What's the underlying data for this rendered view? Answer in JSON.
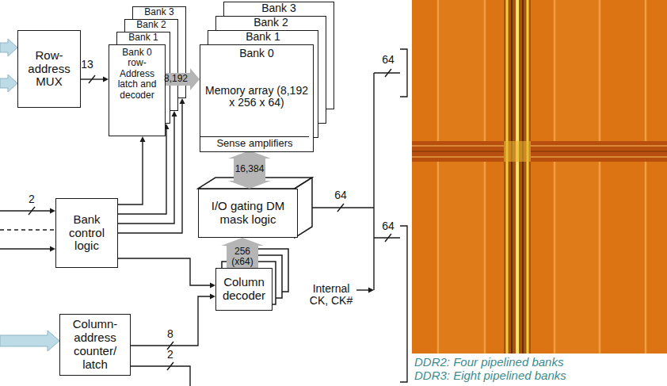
{
  "diagram": {
    "caption": "DDR2: Four pipelined banks DDR3: Eight pipelined banks",
    "nodes": [
      {
        "text": [
          "Row-address MUX"
        ]
      },
      {
        "text": [
          "Bank 3"
        ]
      },
      {
        "text": [
          "Bank 2"
        ]
      },
      {
        "text": [
          "Bank 1"
        ]
      },
      {
        "text": [
          "Bank 0",
          "row-Address latch and decoder"
        ]
      },
      {
        "text": [
          "Bank 3"
        ]
      },
      {
        "text": [
          "Bank 2"
        ]
      },
      {
        "text": [
          "Bank 1"
        ]
      },
      {
        "text": [
          "Bank 0",
          "Memory array (8,192 x 256 x 64)"
        ]
      },
      {
        "text": [
          "Sense amplifiers"
        ],
        "in": 8
      },
      {
        "text": [
          "I/O gating DM mask logic"
        ]
      },
      {
        "text": [
          "Bank control logic"
        ]
      },
      {
        "text": [
          "Column decoder"
        ]
      },
      {
        "text": [
          "Column-address counter/ latch"
        ]
      }
    ],
    "edges": [
      {
        "from": 0,
        "to": 4,
        "arrow": "to",
        "label": "13"
      },
      {
        "from": 4,
        "to": 8,
        "arrow": "to",
        "label": "8,192"
      },
      {
        "from": 9,
        "to": 10,
        "arrow": "both",
        "label": "16,384"
      },
      {
        "from": 11,
        "to": 4,
        "arrow": "to"
      },
      {
        "from": 11,
        "to": 3,
        "arrow": "to"
      },
      {
        "from": 11,
        "to": 2,
        "arrow": "to"
      },
      {
        "from": 11,
        "to": 1,
        "arrow": "to"
      },
      {
        "from": 11,
        "to": 12,
        "arrow": "to"
      },
      {
        "from": 12,
        "to": 10,
        "arrow": "to",
        "label": "256 (x64)"
      },
      {
        "from": 13,
        "to": 12,
        "arrow": "to",
        "label": "8"
      }
    ],
    "labels": [
      "64",
      "64",
      "64",
      "2",
      "Internal CK, CK#",
      "2"
    ]
  }
}
